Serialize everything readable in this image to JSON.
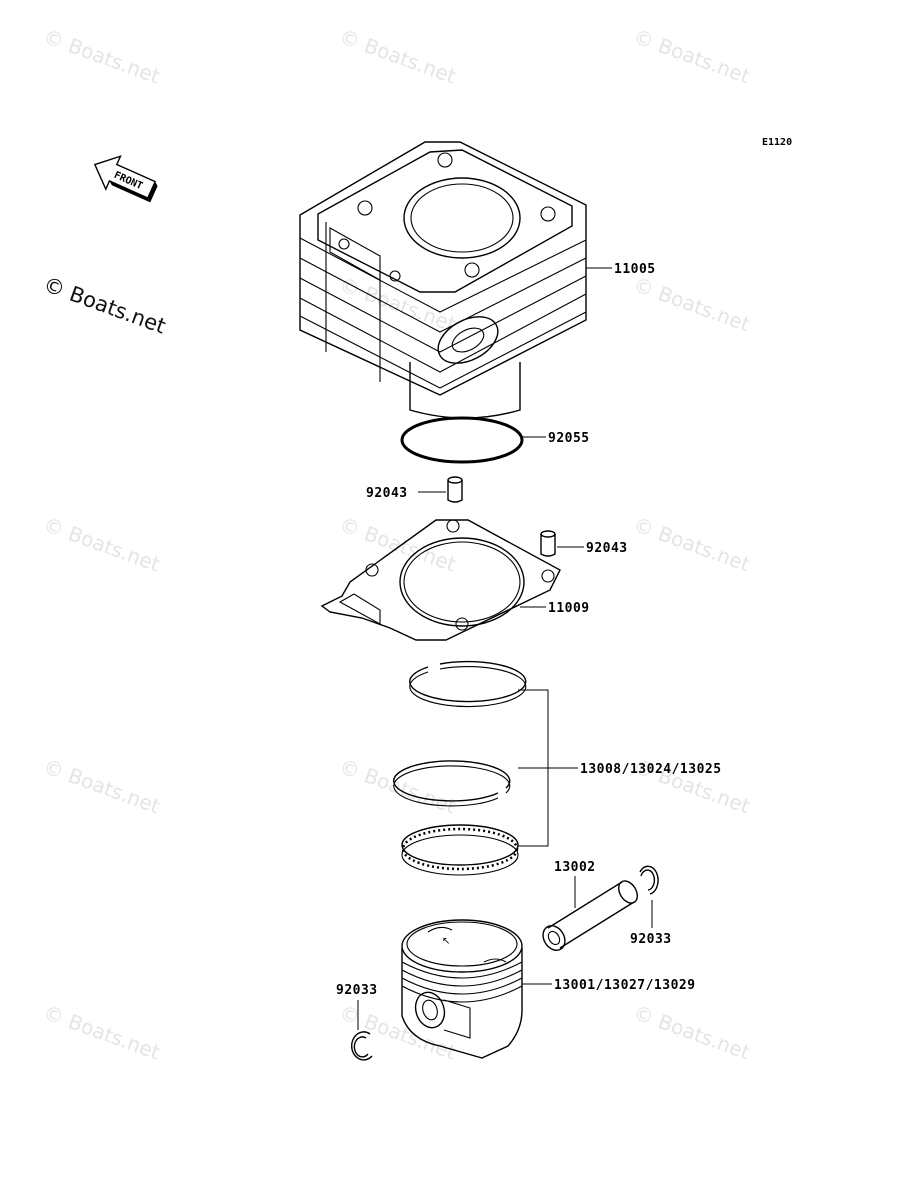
{
  "diagram_code": "E1120",
  "front_label": "FRONT",
  "copyright_label": "© Boats.net",
  "watermark_text": "© Boats.net",
  "parts": {
    "cylinder": "11005",
    "o_ring": "92055",
    "dowel_pin_left": "92043",
    "dowel_pin_right": "92043",
    "gasket": "11009",
    "piston_rings": "13008/13024/13025",
    "piston_pin": "13002",
    "snap_ring_right": "92033",
    "piston": "13001/13027/13029",
    "snap_ring_left": "92033"
  }
}
